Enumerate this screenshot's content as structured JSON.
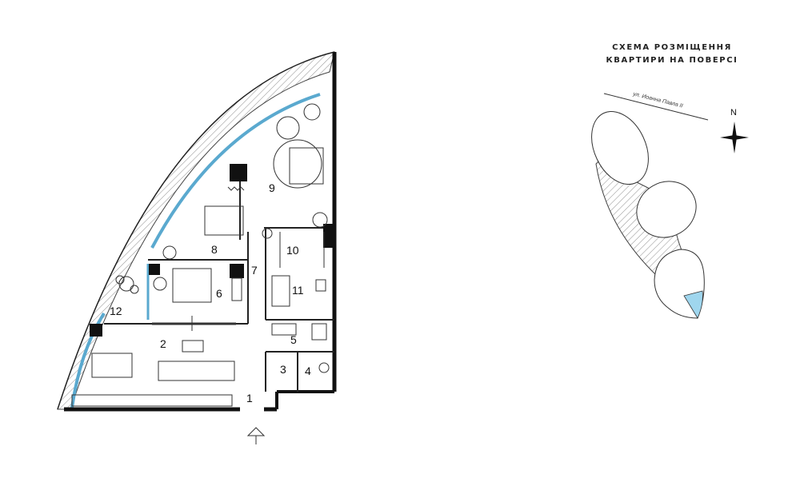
{
  "floor_plan": {
    "rooms": [
      {
        "number": "1",
        "label": "1"
      },
      {
        "number": "2",
        "label": "2"
      },
      {
        "number": "3",
        "label": "3"
      },
      {
        "number": "4",
        "label": "4"
      },
      {
        "number": "5",
        "label": "5"
      },
      {
        "number": "6",
        "label": "6"
      },
      {
        "number": "7",
        "label": "7"
      },
      {
        "number": "8",
        "label": "8"
      },
      {
        "number": "9",
        "label": "9"
      },
      {
        "number": "10",
        "label": "10"
      },
      {
        "number": "11",
        "label": "11"
      },
      {
        "number": "12",
        "label": "12"
      }
    ],
    "glazing_color": "#5aa9cf",
    "wall_color": "#111111"
  },
  "location_scheme": {
    "title_line1": "СХЕМА РОЗМІЩЕННЯ",
    "title_line2": "КВАРТИРИ НА ПОВЕРСІ",
    "street": "ул. Иоанна Павла II",
    "north": "N",
    "highlight_color": "#9fd6ee"
  }
}
